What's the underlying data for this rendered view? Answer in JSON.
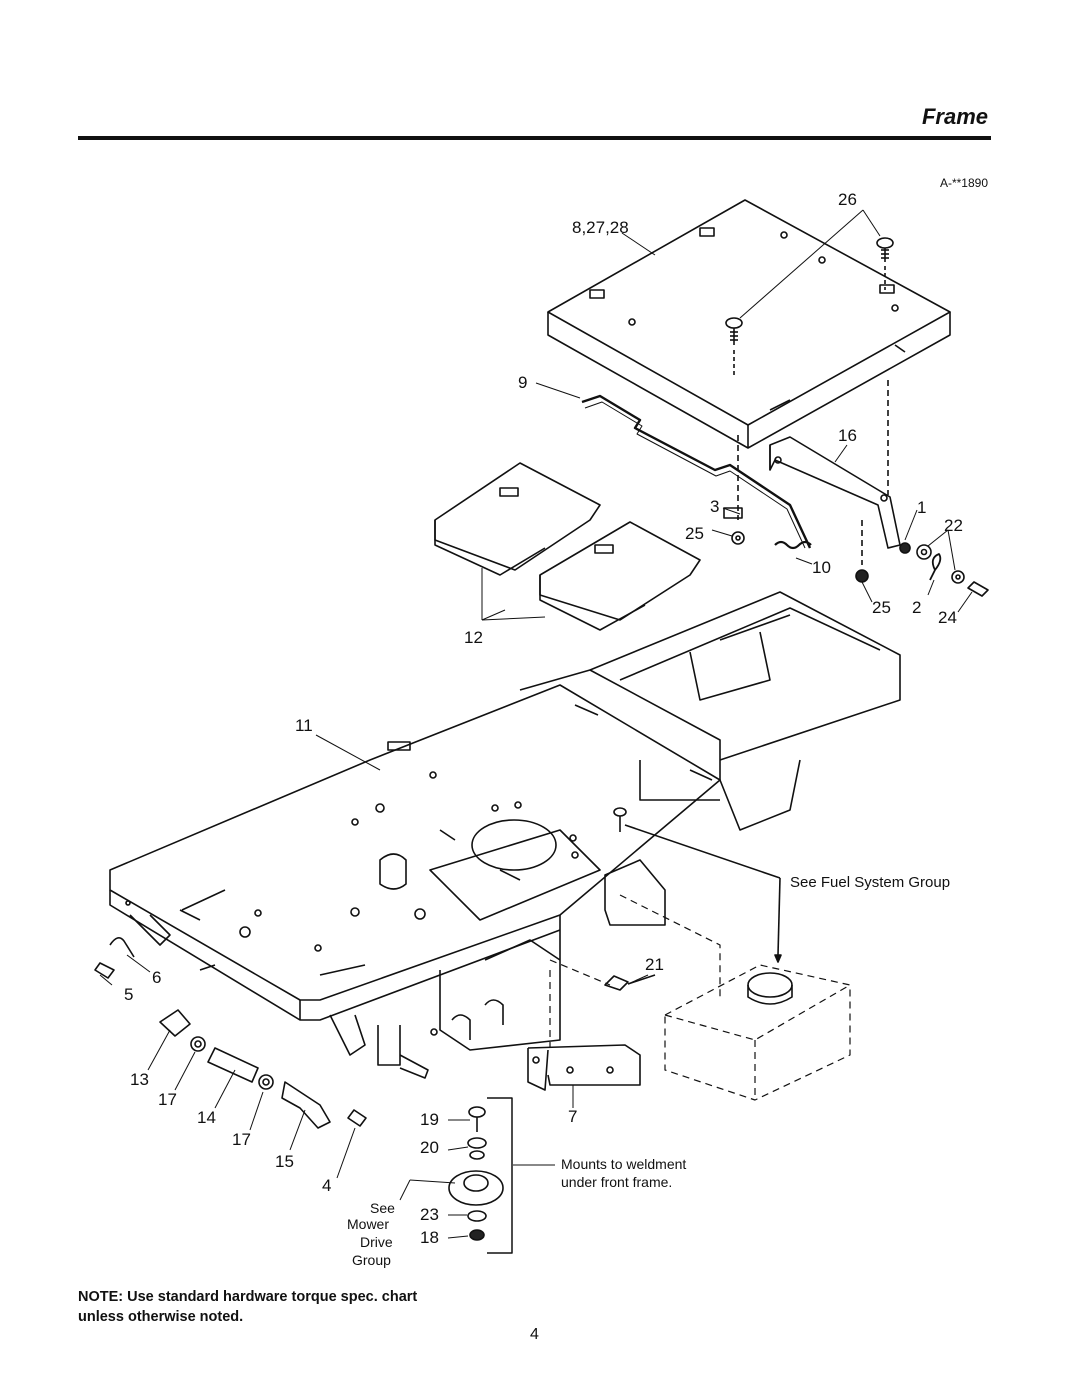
{
  "header": {
    "title": "Frame",
    "figure_code": "A-**1890"
  },
  "callouts": {
    "c8_27_28": "8,27,28",
    "c26": "26",
    "c9": "9",
    "c16": "16",
    "c3": "3",
    "c25a": "25",
    "c1": "1",
    "c22": "22",
    "c10": "10",
    "c25b": "25",
    "c2": "2",
    "c24": "24",
    "c12": "12",
    "c11": "11",
    "c6": "6",
    "c5": "5",
    "c21": "21",
    "c13": "13",
    "c17a": "17",
    "c14": "14",
    "c17b": "17",
    "c15": "15",
    "c4": "4",
    "c19": "19",
    "c20": "20",
    "c7": "7",
    "c23": "23",
    "c18": "18"
  },
  "notes": {
    "fuel": "See Fuel System Group",
    "mounts_1": "Mounts to weldment",
    "mounts_2": "under front frame.",
    "see_mower_1": "See",
    "see_mower_2": "Mower",
    "see_mower_3": "Drive",
    "see_mower_4": "Group",
    "torque_note": "NOTE: Use standard hardware torque spec. chart unless otherwise noted."
  },
  "page_number": "4"
}
